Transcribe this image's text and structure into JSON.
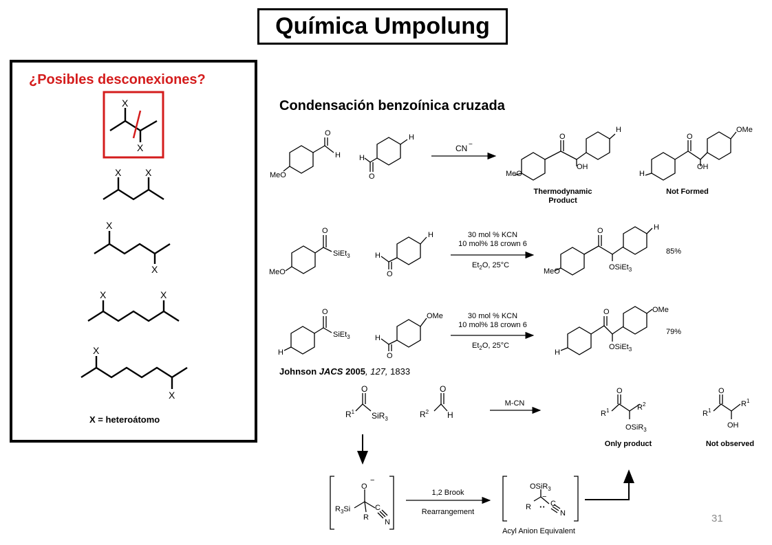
{
  "title": "Química Umpolung",
  "left_panel": {
    "heading": "¿Posibles desconexiones?",
    "atom_label": "X",
    "footnote": "X = heteroátomo"
  },
  "section_title": "Condensación benzoínica cruzada",
  "reaction1": {
    "reagent_label": "CN",
    "reagent_charge": "−",
    "left_sub": "MeO",
    "h_label": "H",
    "o_label": "O",
    "oh_label": "OH",
    "ome_label": "OMe",
    "product1_caption_l1": "Thermodynamic",
    "product1_caption_l2": "Product",
    "product2_caption": "Not Formed"
  },
  "reaction2": {
    "conditions_l1": "30 mol % KCN",
    "conditions_l2": "10 mol% 18 crown 6",
    "conditions_l3_a": "Et",
    "conditions_l3_sub": "2",
    "conditions_l3_b": "O, 25°C",
    "silyl_a": "SiEt",
    "silyl_sub": "3",
    "osilyl_a": "OSiEt",
    "yield": "85%"
  },
  "reaction3": {
    "yield": "79%"
  },
  "citation": {
    "author": "Johnson ",
    "journal": "JACS",
    "year": " 2005",
    "volume": ", 127,",
    "page": " 1833"
  },
  "mechanism": {
    "r1": "R",
    "sup1": "1",
    "sup2": "2",
    "sir3_a": "SiR",
    "sir3_sub": "3",
    "r3si_a": "R",
    "r3si_b": "Si",
    "osir3_a": "OSiR",
    "reagent": "M-CN",
    "brook_l1": "1,2 Brook",
    "brook_l2": "Rearrangement",
    "acyl_caption": "Acyl Anion Equivalent",
    "only_product": "Only product",
    "not_observed": "Not observed",
    "n_label": "N",
    "c_label": "C",
    "minus": "−"
  },
  "page_number": "31",
  "colors": {
    "accent_red": "#d41c1c",
    "line": "#000000",
    "page_number": "#8a8a8a"
  }
}
